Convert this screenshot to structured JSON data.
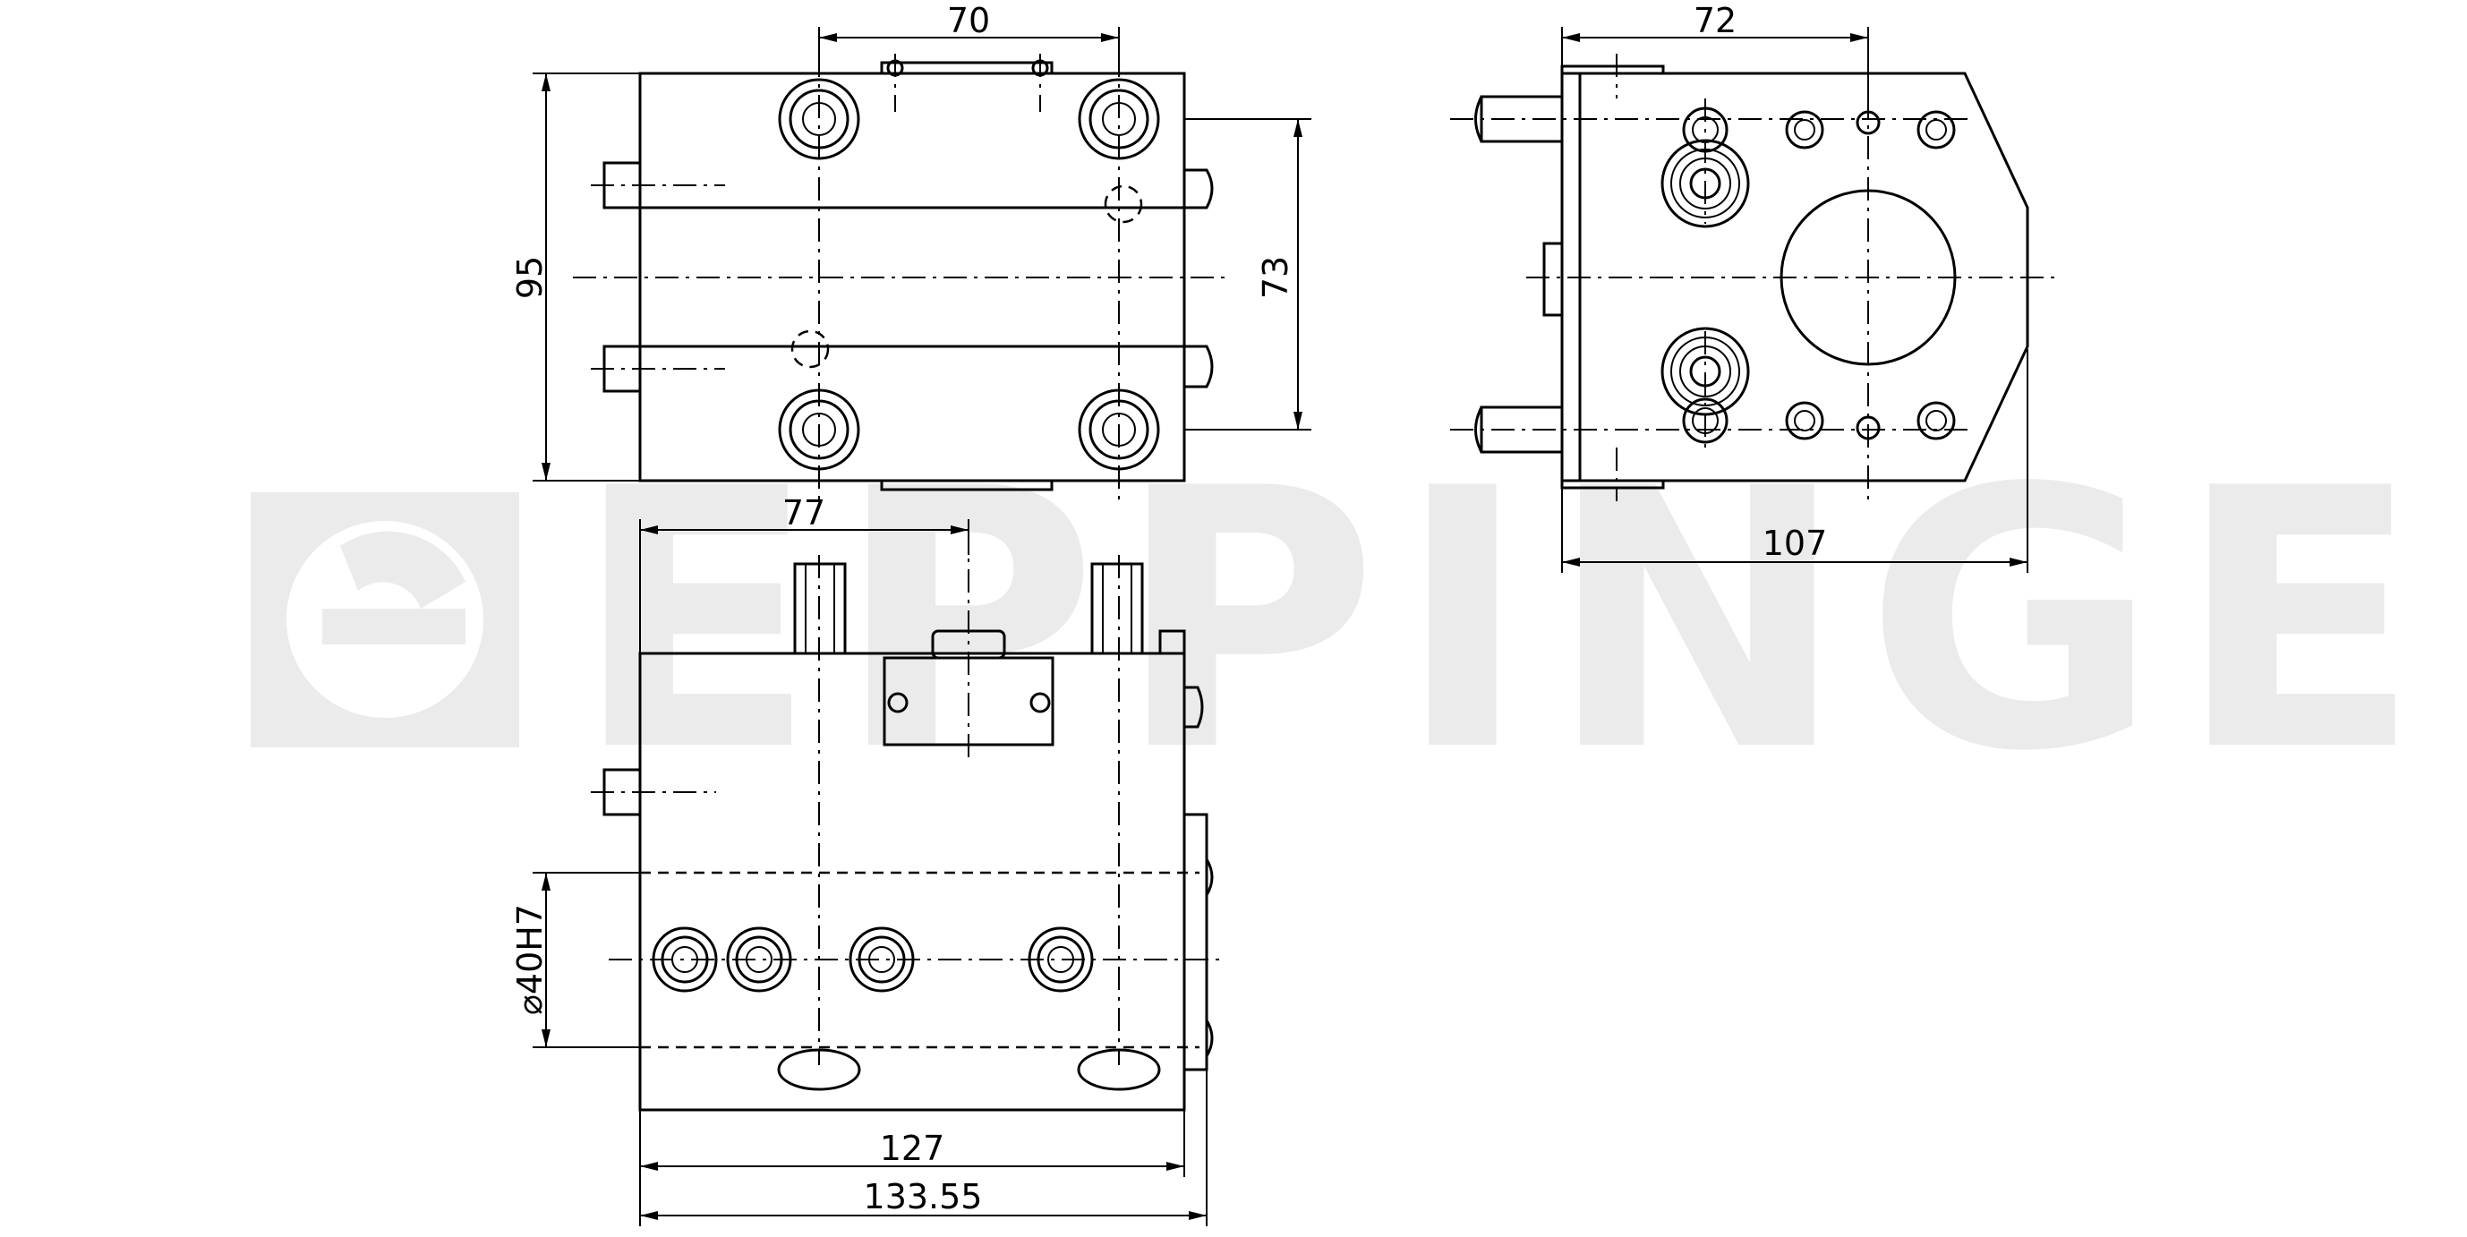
{
  "watermark": {
    "text": "EPPINGER",
    "color": "#e6e6e6"
  },
  "dimensions": {
    "top_view": {
      "width_70": "70",
      "height_95": "95",
      "height_73": "73"
    },
    "side_view": {
      "width_72": "72",
      "width_107": "107"
    },
    "front_view": {
      "width_77": "77",
      "bore_d40h7": "⌀40H7",
      "width_127": "127",
      "width_133_55": "133.55"
    }
  },
  "colors": {
    "line": "#000000",
    "background": "#ffffff"
  }
}
